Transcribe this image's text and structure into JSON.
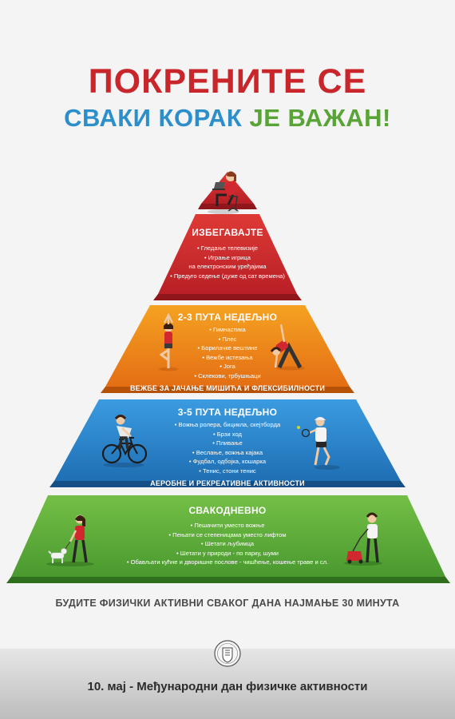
{
  "poster": {
    "title_line1": "ПОКРЕНИТЕ СЕ",
    "title_line2_part1": "СВАКИ КОРАК",
    "title_line2_part2": "ЈЕ ВАЖАН!",
    "footer_message": "БУДИТЕ ФИЗИЧКИ АКТИВНИ СВАКОГ ДАНА НАЈМАЊЕ 30 МИНУТА",
    "footer_date": "10. мај - Међународни дан физичке активности"
  },
  "colors": {
    "title_red": "#c8262b",
    "title_blue": "#2c8fcc",
    "title_green": "#59a436",
    "tier_red": "#d02a2e",
    "tier_orange": "#ee8618",
    "tier_blue": "#2a86c8",
    "tier_green": "#5cab3a"
  },
  "pyramid": {
    "tiers": [
      {
        "heading": "ИЗБЕГАВАЈТЕ",
        "items": [
          "• Гледање телевизије",
          "• Играње игрица",
          "на електронским уређајима",
          "• Предуго седење (дуже од сат времена)"
        ],
        "icons": [
          "laptop-sitting-person-icon"
        ]
      },
      {
        "heading": "2-3 ПУТА НЕДЕЉНО",
        "items": [
          "• Гимнастика",
          "• Плес",
          "• Борилачке вештине",
          "• Вежбе истезања",
          "• Јога",
          "• Склекови, трбушњаци"
        ],
        "subheading": "ВЕЖБЕ ЗА ЈАЧАЊЕ МИШИЋА И ФЛЕКСИБИЛНОСТИ",
        "icons": [
          "yoga-pose-icon",
          "stretching-person-icon"
        ]
      },
      {
        "heading": "3-5 ПУТА НЕДЕЉНО",
        "items": [
          "• Вожња ролера, бицикла, скејтборда",
          "• Брзи ход",
          "• Пливање",
          "• Веслање, вожња кајака",
          "• Фудбал, одбојка, кошарка",
          "• Тенис, стони тенис"
        ],
        "subheading": "АЕРОБНЕ И РЕКРЕАТИВНЕ АКТИВНОСТИ",
        "icons": [
          "cyclist-icon",
          "tennis-player-icon"
        ]
      },
      {
        "heading": "СВАКОДНЕВНО",
        "items": [
          "• Пешачити уместо вожње",
          "• Пењати се степеницама уместо лифтом",
          "• Шетати љубимца",
          "• Шетати у природи - по парку, шуми",
          "• Обављати кућне и дворишне послове - чишћење, кошење траве и сл."
        ],
        "icons": [
          "dog-walker-icon",
          "lawn-mower-person-icon"
        ]
      }
    ]
  },
  "seal_icon": "institute-seal-icon"
}
